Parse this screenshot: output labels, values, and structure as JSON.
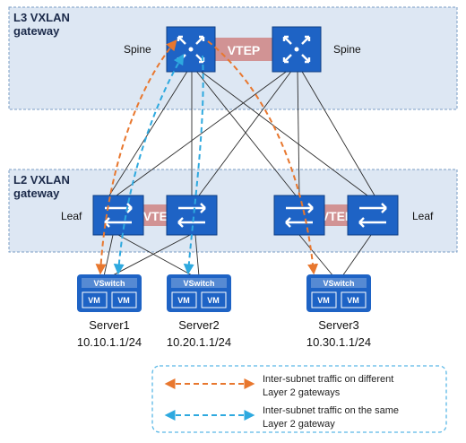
{
  "zones": {
    "l3": {
      "line1": "L3 VXLAN",
      "line2": "gateway"
    },
    "l2": {
      "line1": "L2 VXLAN",
      "line2": "gateway"
    }
  },
  "spine": {
    "left_label": "Spine",
    "right_label": "Spine",
    "vtep": "VTEP"
  },
  "leaf": {
    "left_label": "Leaf",
    "right_label": "Leaf",
    "vtep_left": "VTEP",
    "vtep_right": "VTEP"
  },
  "vswitch_label": "VSwitch",
  "vm_label": "VM",
  "servers": [
    {
      "name": "Server1",
      "ip": "10.10.1.1/24"
    },
    {
      "name": "Server2",
      "ip": "10.20.1.1/24"
    },
    {
      "name": "Server3",
      "ip": "10.30.1.1/24"
    }
  ],
  "legend": {
    "orange": {
      "line1": "Inter-subnet traffic on different",
      "line2": "Layer 2 gateways"
    },
    "blue": {
      "line1": "Inter-subnet traffic on the same",
      "line2": "Layer 2 gateway"
    }
  },
  "colors": {
    "zone_fill": "#dde7f3",
    "zone_border": "#7a9cc6",
    "device": "#1e63c5",
    "vtep_band": "#cf8a8a",
    "orange": "#e8772e",
    "blue": "#2ea9df",
    "legend_border": "#5bb8e6"
  }
}
